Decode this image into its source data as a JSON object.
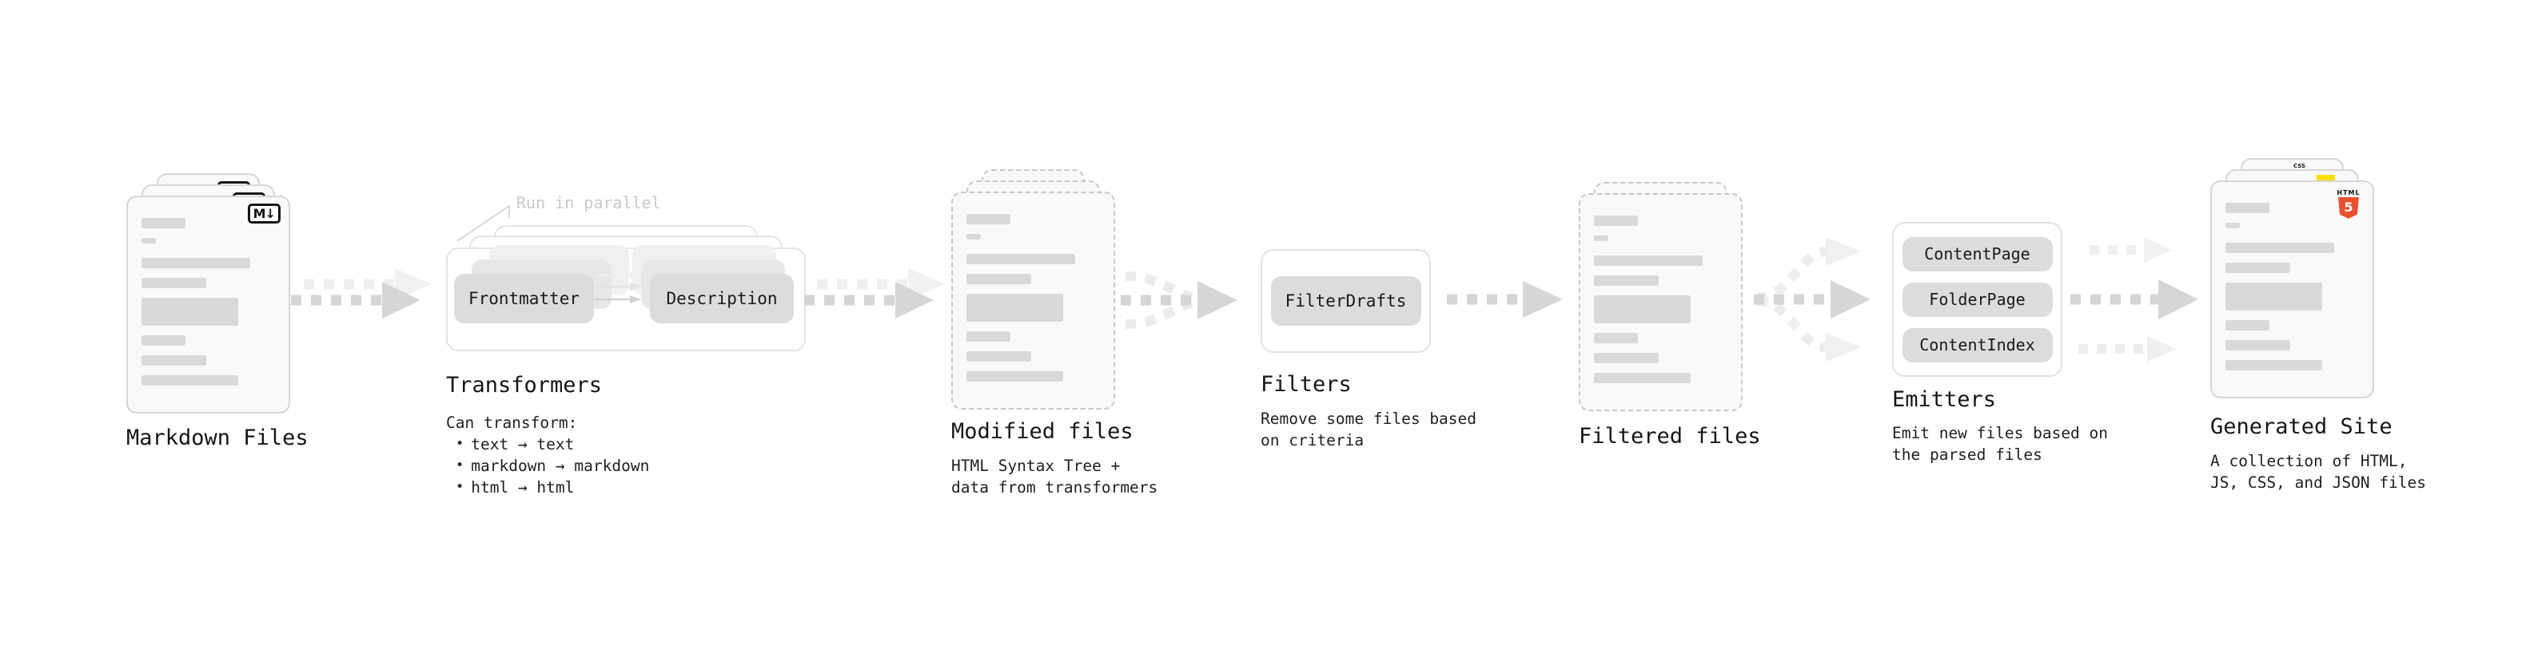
{
  "stations": {
    "markdown_files": {
      "label": "Markdown Files",
      "file_badge": "M↓"
    },
    "transformers": {
      "label": "Transformers",
      "annotation": "Run in parallel",
      "pill_left": "Frontmatter",
      "pill_right": "Description",
      "caption_title": "Can transform:",
      "bullets": [
        "text → text",
        "markdown → markdown",
        "html → html"
      ]
    },
    "modified_files": {
      "label": "Modified files",
      "caption": [
        "HTML Syntax Tree +",
        "data from transformers"
      ]
    },
    "filters": {
      "label": "Filters",
      "pill": "FilterDrafts",
      "caption": [
        "Remove some files based",
        "on criteria"
      ]
    },
    "filtered_files": {
      "label": "Filtered files"
    },
    "emitters": {
      "label": "Emitters",
      "pills": [
        "ContentPage",
        "FolderPage",
        "ContentIndex"
      ],
      "caption": [
        "Emit new files based on",
        "the parsed files"
      ]
    },
    "generated_site": {
      "label": "Generated Site",
      "caption": [
        "A collection of HTML,",
        "JS, CSS, and JSON files"
      ],
      "badge_css": "CSS",
      "badge_html_word": "HTML",
      "badge_html_number": "5"
    }
  },
  "colors": {
    "doc_fill": "#f9f9f9",
    "doc_border": "#d6d6d6",
    "dashed_border": "#c7c7c7",
    "bar_gray": "#d9d9d9",
    "pill_gray": "#dcdcdc",
    "box_outline": "#e2e2e2",
    "arrow_dark": "#d5d5d5",
    "arrow_light": "#ededed",
    "text_dark": "#1a1a1a",
    "annotation_gray": "#c9c9c9",
    "html5_orange": "#e8512d",
    "js_yellow": "#ffdf00",
    "css_blue": "#2962ff"
  }
}
